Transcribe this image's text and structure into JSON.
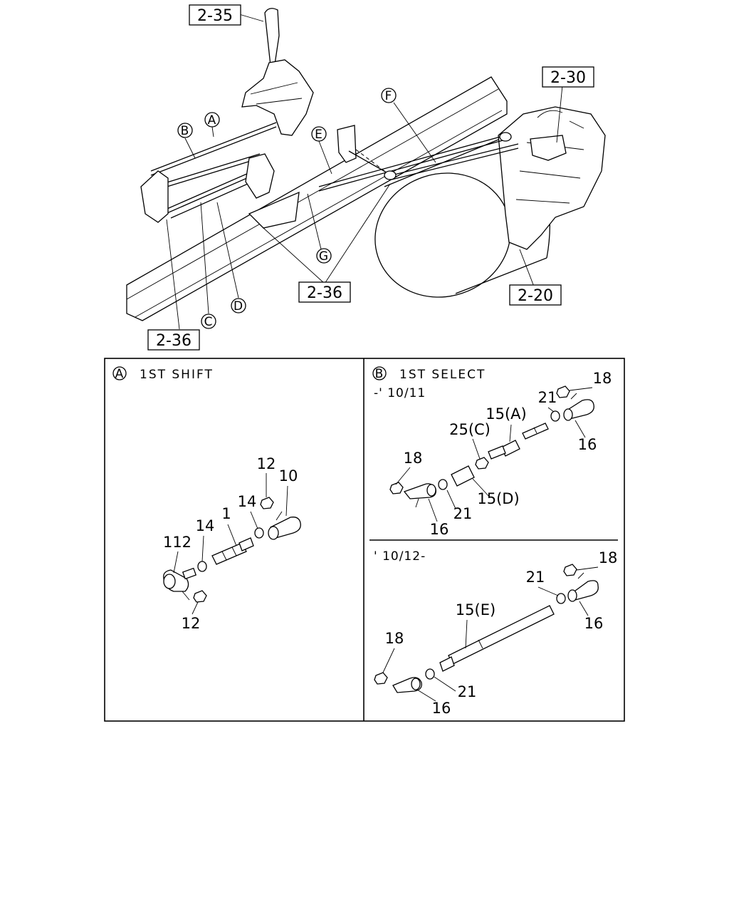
{
  "overview": {
    "refs": [
      "2-35",
      "2-30",
      "2-36",
      "2-20",
      "2-36"
    ],
    "circles": [
      "A",
      "B",
      "C",
      "D",
      "E",
      "F",
      "G"
    ]
  },
  "panel_a": {
    "badge": "A",
    "title": "1ST SHIFT",
    "callouts": [
      "12",
      "10",
      "14",
      "1",
      "14",
      "112",
      "12"
    ]
  },
  "panel_b_top": {
    "badge": "B",
    "title": "1ST SELECT",
    "period": "-' 10/11",
    "callouts": [
      "18",
      "21",
      "15(A)",
      "25(C)",
      "16",
      "18",
      "15(D)",
      "21",
      "16"
    ]
  },
  "panel_b_bottom": {
    "period": "' 10/12-",
    "callouts": [
      "18",
      "21",
      "15(E)",
      "16",
      "18",
      "21",
      "16"
    ]
  }
}
